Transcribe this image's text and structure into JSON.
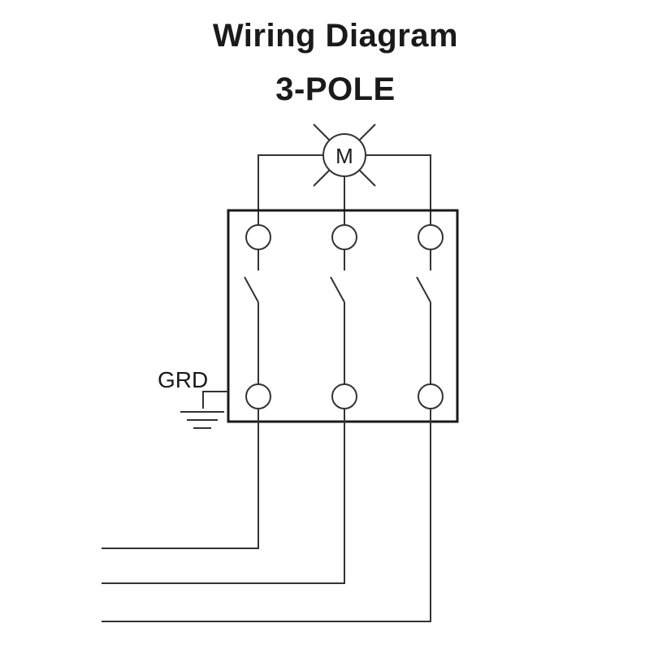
{
  "title": "Wiring Diagram",
  "subtitle": "3-POLE",
  "motor_label": "M",
  "ground_label": "GRD",
  "colors": {
    "line": "#333333",
    "text": "#1a1a1a",
    "background": "#ffffff"
  }
}
